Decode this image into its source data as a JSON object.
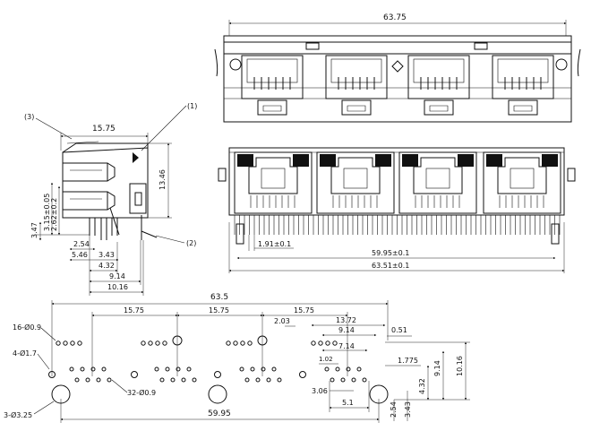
{
  "callouts": {
    "c1": "(1)",
    "c2": "(2)",
    "c3": "(3)"
  },
  "side": {
    "width": "15.75",
    "height": "13.46",
    "d1": "3.15±0.05",
    "d2": "2.62±0.2",
    "d3": "3.47",
    "h1": "2.54",
    "h2": "5.46",
    "h3": "3.43",
    "h4": "4.32",
    "h5": "9.14",
    "h6": "10.16"
  },
  "top": {
    "length": "63.75"
  },
  "front": {
    "pitch": "1.91±0.1",
    "span": "59.95±0.1",
    "overall": "63.51±0.1"
  },
  "pcb": {
    "overall": "63.5",
    "pitch1": "15.75",
    "pitch2": "15.75",
    "pitch3": "15.75",
    "d_203": "2.03",
    "d_1372": "13.72",
    "d_914": "9.14",
    "d_051": "0.51",
    "d_714": "7.14",
    "d_1775": "1.775",
    "d_102": "1.02",
    "d_914v": "9.14",
    "d_1016v": "10.16",
    "d_432v": "4.32",
    "d_306": "3.06",
    "d_51": "5.1",
    "d_254": "2.54",
    "d_343": "3.43",
    "span": "59.95",
    "note_16": "16-Ø0.9",
    "note_4": "4-Ø1.7",
    "note_32": "32-Ø0.9",
    "note_3": "3-Ø3.25"
  }
}
